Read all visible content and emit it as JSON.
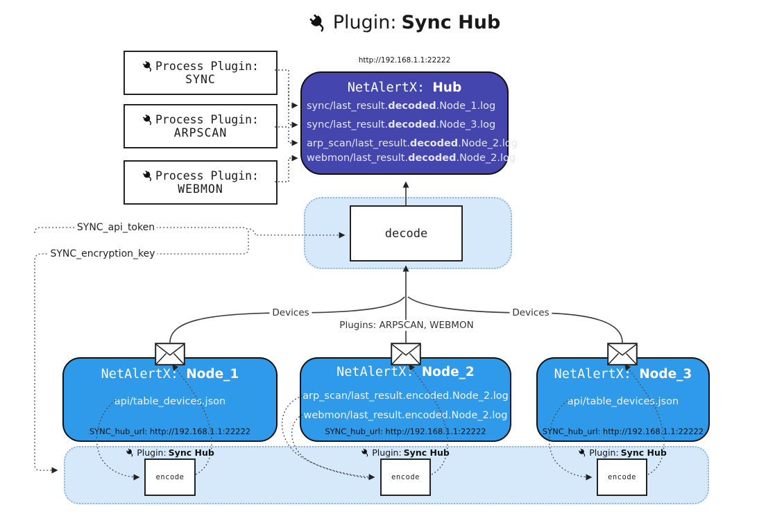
{
  "title": {
    "label": "Plugin:",
    "name": "Sync Hub"
  },
  "hub": {
    "url": "http://192.168.1.1:22222",
    "prefix": "NetAlertX:",
    "name": "Hub",
    "lines": [
      {
        "pre": "sync/last_result.",
        "bold": "decoded",
        "post": ".Node_1.log"
      },
      {
        "pre": "sync/last_result.",
        "bold": "decoded",
        "post": ".Node_3.log"
      },
      {
        "pre": "arp_scan/last_result.",
        "bold": "decoded",
        "post": ".Node_2.log"
      },
      {
        "pre": "webmon/last_result.",
        "bold": "decoded",
        "post": ".Node_2.log"
      }
    ]
  },
  "process_plugins": [
    {
      "label": "Process Plugin:",
      "name": "SYNC"
    },
    {
      "label": "Process Plugin:",
      "name": "ARPSCAN"
    },
    {
      "label": "Process Plugin:",
      "name": "WEBMON"
    }
  ],
  "decode": {
    "label": "decode"
  },
  "settings": {
    "api_token": "SYNC_api_token",
    "encryption_key": "SYNC_encryption_key"
  },
  "edge_labels": {
    "devices_left": "Devices",
    "plugins_center": "Plugins: ARPSCAN, WEBMON",
    "devices_right": "Devices"
  },
  "nodes": [
    {
      "prefix": "NetAlertX:",
      "name": "Node_1",
      "lines": [
        "api/table_devices.json"
      ],
      "hub_url": "SYNC_hub_url: http://192.168.1.1:22222"
    },
    {
      "prefix": "NetAlertX:",
      "name": "Node_2",
      "lines": [
        "arp_scan/last_result.encoded.Node_2.log",
        "webmon/last_result.encoded.Node_2.log"
      ],
      "hub_url": "SYNC_hub_url: http://192.168.1.1:22222"
    },
    {
      "prefix": "NetAlertX:",
      "name": "Node_3",
      "lines": [
        "api/table_devices.json"
      ],
      "hub_url": "SYNC_hub_url: http://192.168.1.1:22222"
    }
  ],
  "encoders": [
    {
      "plugin_label": "Plugin:",
      "plugin_name": "Sync Hub",
      "box_label": "encode"
    },
    {
      "plugin_label": "Plugin:",
      "plugin_name": "Sync Hub",
      "box_label": "encode"
    },
    {
      "plugin_label": "Plugin:",
      "plugin_name": "Sync Hub",
      "box_label": "encode"
    }
  ],
  "colors": {
    "hub_bg": "#4446ad",
    "node_bg": "#2e9ae9",
    "container_bg": "#d6e9fa",
    "container_border": "#8fb3d9",
    "line": "#3f3f3f",
    "arrow": "#222222",
    "light_text": "#e4e4f6"
  }
}
